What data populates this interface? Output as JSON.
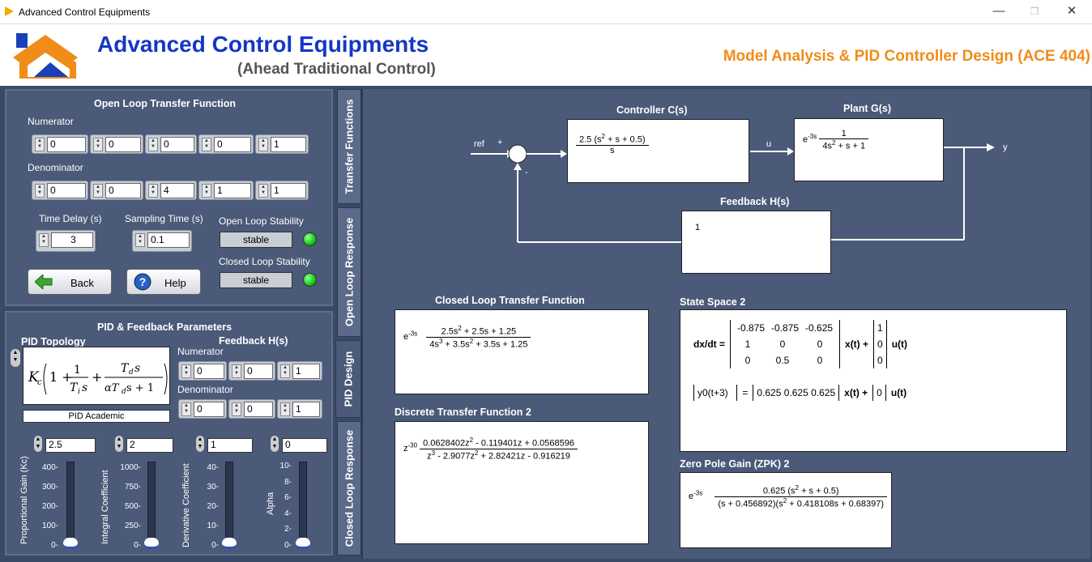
{
  "window": {
    "title": "Advanced Control Equipments",
    "minimize": "—",
    "restore": "❐",
    "close": "✕"
  },
  "header": {
    "brand_title": "Advanced Control Equipments",
    "brand_subtitle": "(Ahead Traditional Control)",
    "app_title": "Model Analysis & PID Controller Design (ACE 404)"
  },
  "open_loop": {
    "title": "Open Loop Transfer Function",
    "numerator_label": "Numerator",
    "numerator": [
      "0",
      "0",
      "0",
      "0",
      "1"
    ],
    "denominator_label": "Denominator",
    "denominator": [
      "0",
      "0",
      "4",
      "1",
      "1"
    ],
    "time_delay_label": "Time Delay (s)",
    "time_delay": "3",
    "sampling_time_label": "Sampling Time (s)",
    "sampling_time": "0.1",
    "ol_stability_label": "Open Loop Stability",
    "ol_stability": "stable",
    "cl_stability_label": "Closed Loop Stability",
    "cl_stability": "stable",
    "back_label": "Back",
    "help_label": "Help"
  },
  "pid": {
    "title": "PID & Feedback Parameters",
    "topology_label": "PID Topology",
    "topology_value": "PID Academic",
    "feedback_label": "Feedback H(s)",
    "fb_numerator_label": "Numerator",
    "fb_numerator": [
      "0",
      "0",
      "1"
    ],
    "fb_denominator_label": "Denominator",
    "fb_denominator": [
      "0",
      "0",
      "1"
    ],
    "kc": "2.5",
    "ti": "2",
    "td": "1",
    "alpha": "0",
    "kc_label": "Proportional Gain (Kc)",
    "ti_label": "Integral Coefficient",
    "td_label": "Derivative Coefficient",
    "alpha_label": "Alpha",
    "kc_ticks": [
      "400-",
      "300-",
      "200-",
      "100-",
      "0-"
    ],
    "ti_ticks": [
      "1000-",
      "750-",
      "500-",
      "250-",
      "0-"
    ],
    "td_ticks": [
      "40-",
      "30-",
      "20-",
      "10-",
      "0-"
    ],
    "alpha_ticks": [
      "10-",
      "8-",
      "6-",
      "4-",
      "2-",
      "0-"
    ],
    "kc_level": 0.0,
    "ti_level": 0.0,
    "td_level": 0.0,
    "alpha_level": 0.0
  },
  "tabs": [
    "Transfer Functions",
    "Open Loop Response",
    "PID Design",
    "Closed Loop Response"
  ],
  "diagram": {
    "controller_label": "Controller C(s)",
    "plant_label": "Plant G(s)",
    "feedback_label": "Feedback H(s)",
    "ref": "ref",
    "plus": "+",
    "minus": "-",
    "u": "u",
    "y": "y",
    "controller_num": "2.5 (s",
    "controller_num2": " + s + 0.5)",
    "controller_den": "s",
    "plant_delay": "e",
    "plant_delay_exp": "-3s",
    "plant_num": "1",
    "plant_den": "4s",
    "plant_den2": " + s + 1",
    "feedback_value": "1"
  },
  "closed_loop": {
    "title": "Closed Loop Transfer Function",
    "delay": "e",
    "delay_exp": "-3s",
    "num": "2.5s",
    "num2": " + 2.5s + 1.25",
    "den": "4s",
    "den2": " + 3.5s",
    "den3": " + 3.5s + 1.25"
  },
  "discrete": {
    "title": "Discrete Transfer Function 2",
    "z": "z",
    "z_exp": "-30",
    "num": "0.0628402z",
    "num2": " - 0.119401z + 0.0568596",
    "den": "z",
    "den2": " - 2.9077z",
    "den3": " + 2.82421z - 0.916219"
  },
  "state_space": {
    "title": "State Space 2",
    "dxdt": "dx/dt =",
    "A": [
      [
        "-0.875",
        "-0.875",
        "-0.625"
      ],
      [
        "1",
        "0",
        "0"
      ],
      [
        "0",
        "0.5",
        "0"
      ]
    ],
    "xt": "x(t) +",
    "B": [
      "1",
      "0",
      "0"
    ],
    "ut": "u(t)",
    "y_label": "y0(t+3)",
    "eq": "=",
    "C": [
      "0.625",
      "0.625",
      "0.625"
    ],
    "xt2": "x(t) +",
    "D": "0",
    "ut2": "u(t)"
  },
  "zpk": {
    "title": "Zero Pole Gain (ZPK) 2",
    "delay": "e",
    "delay_exp": "-3s",
    "num": "0.625 (s",
    "num2": " + s + 0.5)",
    "den": "(s + 0.456892)(s",
    "den2": " + 0.418108s + 0.68397)"
  }
}
